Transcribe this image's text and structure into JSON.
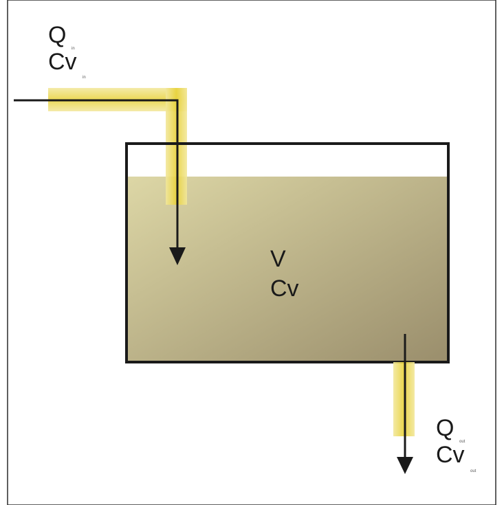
{
  "colors": {
    "background": "#ffffff",
    "frame": "#2a2a2a",
    "pipe": "#e8d23a",
    "pipe_light": "#f2e79a",
    "liquid_top": "#ddd7a6",
    "liquid_bottom": "#9a8e6c",
    "stroke": "#1a1a1a"
  },
  "inlet": {
    "flow_symbol": "Q",
    "flow_subscript": "in",
    "conc_symbol": "Cv",
    "conc_subscript": "in"
  },
  "tank": {
    "volume_symbol": "V",
    "conc_symbol": "Cv"
  },
  "outlet": {
    "flow_symbol": "Q",
    "flow_subscript": "out",
    "conc_symbol": "Cv",
    "conc_subscript": "out"
  },
  "icons": {
    "inflow_arrow": "arrow-down-icon",
    "outflow_arrow": "arrow-down-icon"
  }
}
